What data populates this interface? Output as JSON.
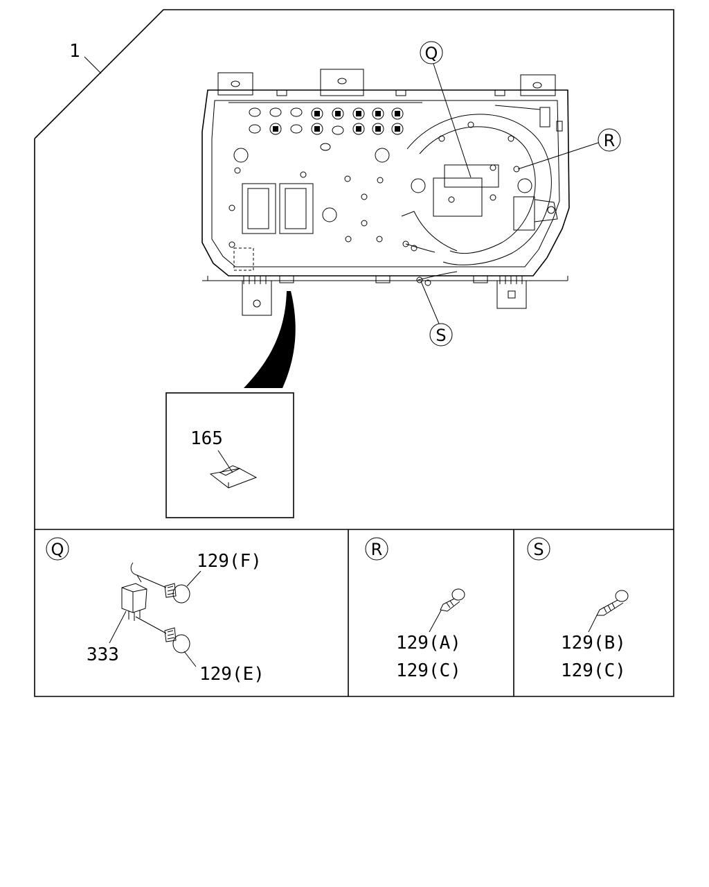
{
  "main_view": {
    "assembly_label": "1",
    "callouts": {
      "q": "Q",
      "r": "R",
      "s": "S"
    },
    "inset": {
      "part_label": "165"
    }
  },
  "panels": {
    "q": {
      "letter": "Q",
      "labels": {
        "bolt_f": "129(F)",
        "bolt_e": "129(E)",
        "relay": "333"
      }
    },
    "r": {
      "letter": "R",
      "labels": {
        "line1": "129(A)",
        "line2": "129(C)"
      }
    },
    "s": {
      "letter": "S",
      "labels": {
        "line1": "129(B)",
        "line2": "129(C)"
      }
    }
  }
}
